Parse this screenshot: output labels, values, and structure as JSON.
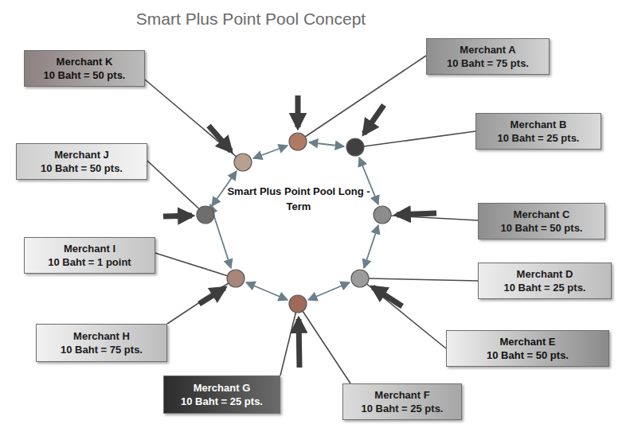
{
  "diagram": {
    "title": "Smart Plus Point Pool Concept",
    "nodes": [
      {
        "text": [
          "Merchant A",
          "10 Baht = 75 pts."
        ]
      },
      {
        "text": [
          "Merchant B",
          "10 Baht = 25 pts."
        ]
      },
      {
        "text": [
          "Merchant C",
          "10 Baht = 50 pts."
        ]
      },
      {
        "text": [
          "Merchant D",
          "10 Baht = 25 pts."
        ]
      },
      {
        "text": [
          "Merchant E",
          "10 Baht = 50 pts."
        ]
      },
      {
        "text": [
          "Merchant F",
          "10 Baht = 25 pts."
        ]
      },
      {
        "text": [
          "Merchant G",
          "10 Baht = 25 pts."
        ]
      },
      {
        "text": [
          "Merchant H",
          "10 Baht = 75 pts."
        ]
      },
      {
        "text": [
          "Merchant I",
          "10 Baht = 1 point"
        ]
      },
      {
        "text": [
          "Merchant J",
          "10 Baht = 50 pts."
        ]
      },
      {
        "text": [
          "Merchant K",
          "10 Baht = 50 pts."
        ]
      },
      {
        "text": [
          "Smart Plus Point Pool Long - Term"
        ]
      }
    ]
  }
}
